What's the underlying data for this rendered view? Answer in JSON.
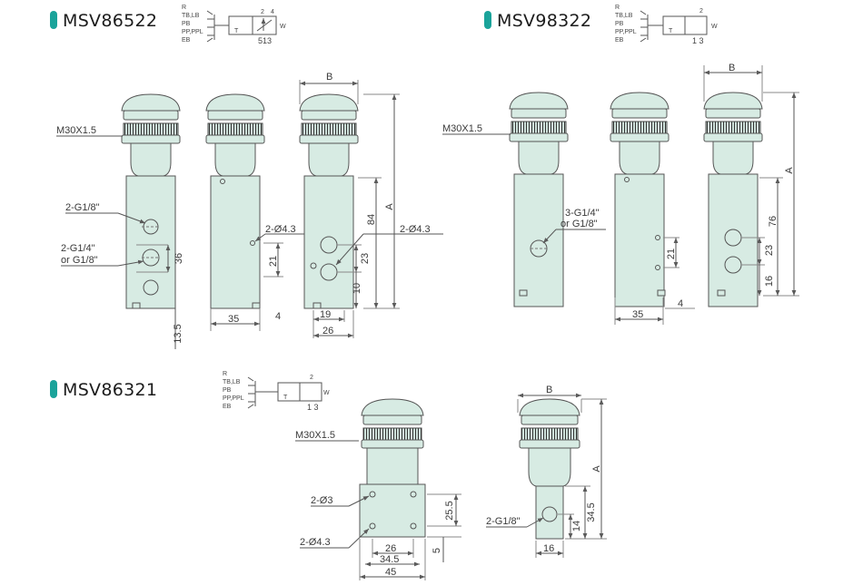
{
  "colors": {
    "accent": "#1aa39a",
    "body": "#d7ebe3",
    "stroke": "#5a5a5a",
    "text": "#333333"
  },
  "models": [
    {
      "name": "MSV86522",
      "ports": "513"
    },
    {
      "name": "MSV98322",
      "ports": "1 3"
    },
    {
      "name": "MSV86321",
      "ports": "1 3"
    }
  ],
  "schematic": {
    "actuators": [
      "R",
      "TB,LB",
      "PB",
      "PP,PPL",
      "EB"
    ],
    "port_out": "2",
    "port_n": "4",
    "spring": "W",
    "t": "T"
  },
  "labels": {
    "thread": "M30X1.5",
    "port_g18": "2-G1/8\"",
    "port_g14": "2-G1/4\"",
    "port_g14_or": "or G1/8\"",
    "port_3g14": "3-G1/4\"",
    "port_3g14_or": "or G1/8\"",
    "hole_43": "2-Ø4.3",
    "hole_43_b": "2-Ø4.3",
    "hole_3": "2-Ø3",
    "hole_43_c": "2-Ø4.3",
    "port_g18_c": "2-G1/8\"",
    "B": "B",
    "A": "A"
  },
  "dims": {
    "d36": "36",
    "d135": "13.5",
    "d35": "35",
    "d4": "4",
    "d21": "21",
    "d84": "84",
    "d23": "23",
    "d10": "10",
    "d19": "19",
    "d26": "26",
    "d21b": "21",
    "d35b": "35",
    "d4b": "4",
    "d76": "76",
    "d23b": "23",
    "d16": "16",
    "d255": "25.5",
    "d5": "5",
    "d26c": "26",
    "d345": "34.5",
    "d45": "45",
    "d345b": "34.5",
    "d14": "14",
    "d16c": "16"
  }
}
